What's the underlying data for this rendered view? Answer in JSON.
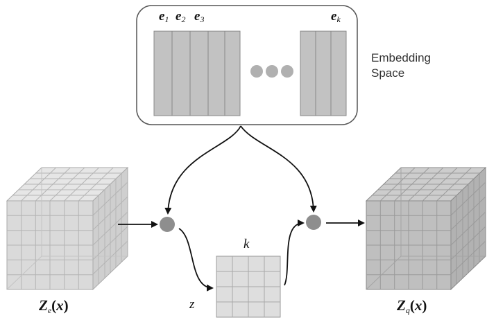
{
  "embedding": {
    "vectors": [
      {
        "symbol": "e",
        "subscript": "1"
      },
      {
        "symbol": "e",
        "subscript": "2"
      },
      {
        "symbol": "e",
        "subscript": "3"
      },
      {
        "symbol": "e",
        "subscript": "k"
      }
    ],
    "space_label_line1": "Embedding",
    "space_label_line2": "Space"
  },
  "encoder_output": {
    "symbol": "Z",
    "subscript": "e",
    "arg": "x"
  },
  "quantized_output": {
    "symbol": "Z",
    "subscript": "q",
    "arg": "x"
  },
  "latent_grid": {
    "top_label": "k",
    "side_label": "z"
  },
  "colors": {
    "cube_left_face": "#d6d6d6",
    "cube_right_face": "#bcbcbc",
    "grid_fill": "#dedede",
    "node": "#8e8e8e",
    "embedding_column": "#c2c2c2",
    "frame_stroke": "#555555"
  }
}
